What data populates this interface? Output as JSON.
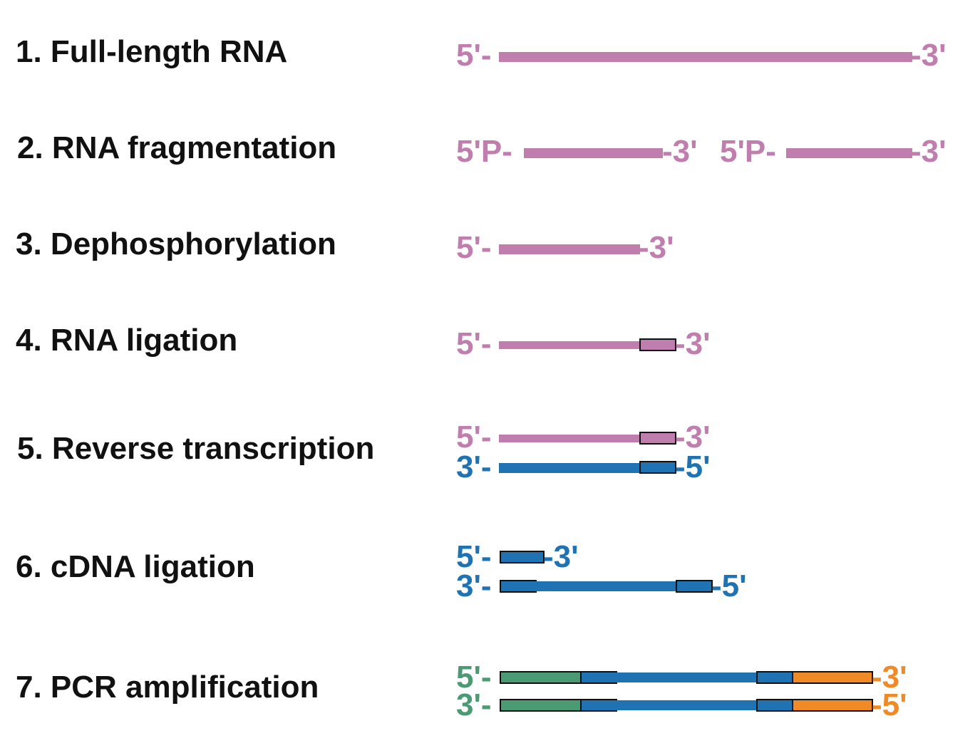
{
  "colors": {
    "rna": "#c07eae",
    "cdna": "#1f73b3",
    "adapter_5": "#4a9a73",
    "adapter_3": "#f08a26",
    "text": "#111111"
  },
  "steps": [
    "1. Full-length RNA",
    "2. RNA fragmentation",
    "3. Dephosphorylation",
    "4. RNA ligation",
    "5. Reverse transcription",
    "6. cDNA ligation",
    "7. PCR amplification"
  ],
  "labels": {
    "five": "5'-",
    "three": "3'-",
    "three_end": "-3'",
    "five_end": "-5'",
    "five_p": "5'P-"
  }
}
